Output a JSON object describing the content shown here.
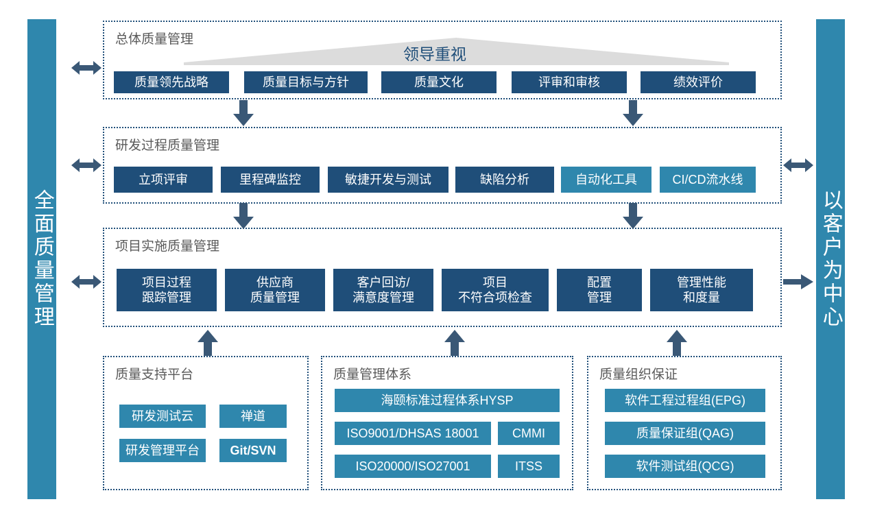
{
  "sidebars": {
    "left": {
      "label": "全面质量管理"
    },
    "right": {
      "label": "以客户为中心"
    }
  },
  "banner": {
    "label": "领导重视"
  },
  "rows": [
    {
      "title": "总体质量管理",
      "boxes": [
        {
          "label": "质量领先战略",
          "color": "navy"
        },
        {
          "label": "质量目标与方针",
          "color": "navy"
        },
        {
          "label": "质量文化",
          "color": "navy"
        },
        {
          "label": "评审和审核",
          "color": "navy"
        },
        {
          "label": "绩效评价",
          "color": "navy"
        }
      ]
    },
    {
      "title": "研发过程质量管理",
      "boxes": [
        {
          "label": "立项评审",
          "color": "navy"
        },
        {
          "label": "里程碑监控",
          "color": "navy"
        },
        {
          "label": "敏捷开发与测试",
          "color": "navy"
        },
        {
          "label": "缺陷分析",
          "color": "navy"
        },
        {
          "label": "自动化工具",
          "color": "teal"
        },
        {
          "label": "CI/CD流水线",
          "color": "teal"
        }
      ]
    },
    {
      "title": "项目实施质量管理",
      "boxes": [
        {
          "label": "项目过程\n跟踪管理",
          "color": "navy"
        },
        {
          "label": "供应商\n质量管理",
          "color": "navy"
        },
        {
          "label": "客户回访/\n满意度管理",
          "color": "navy"
        },
        {
          "label": "项目\n不符合项检查",
          "color": "navy"
        },
        {
          "label": "配置\n管理",
          "color": "navy"
        },
        {
          "label": "管理性能\n和度量",
          "color": "navy"
        }
      ]
    }
  ],
  "bottom_panels": [
    {
      "title": "质量支持平台",
      "boxes": [
        {
          "label": "研发测试云",
          "color": "teal",
          "bold": false
        },
        {
          "label": "禅道",
          "color": "teal",
          "bold": false
        },
        {
          "label": "研发管理平台",
          "color": "teal",
          "bold": false
        },
        {
          "label": "Git/SVN",
          "color": "teal",
          "bold": true
        }
      ]
    },
    {
      "title": "质量管理体系",
      "boxes": [
        {
          "label": "海颐标准过程体系HYSP",
          "color": "teal",
          "bold": false
        },
        {
          "label": "ISO9001/DHSAS 18001",
          "color": "teal",
          "bold": false
        },
        {
          "label": "CMMI",
          "color": "teal",
          "bold": false
        },
        {
          "label": "ISO20000/ISO27001",
          "color": "teal",
          "bold": false
        },
        {
          "label": "ITSS",
          "color": "teal",
          "bold": false
        }
      ]
    },
    {
      "title": "质量组织保证",
      "boxes": [
        {
          "label": "软件工程过程组(EPG)",
          "color": "teal",
          "bold": false
        },
        {
          "label": "质量保证组(QAG)",
          "color": "teal",
          "bold": false
        },
        {
          "label": "软件测试组(QCG)",
          "color": "teal",
          "bold": false
        }
      ]
    }
  ],
  "colors": {
    "navy": "#1f4e79",
    "teal": "#2f87ad",
    "arrow": "#3a5876",
    "banner_fill": "#dcdcdc",
    "heading_text": "#5a5a5a"
  }
}
